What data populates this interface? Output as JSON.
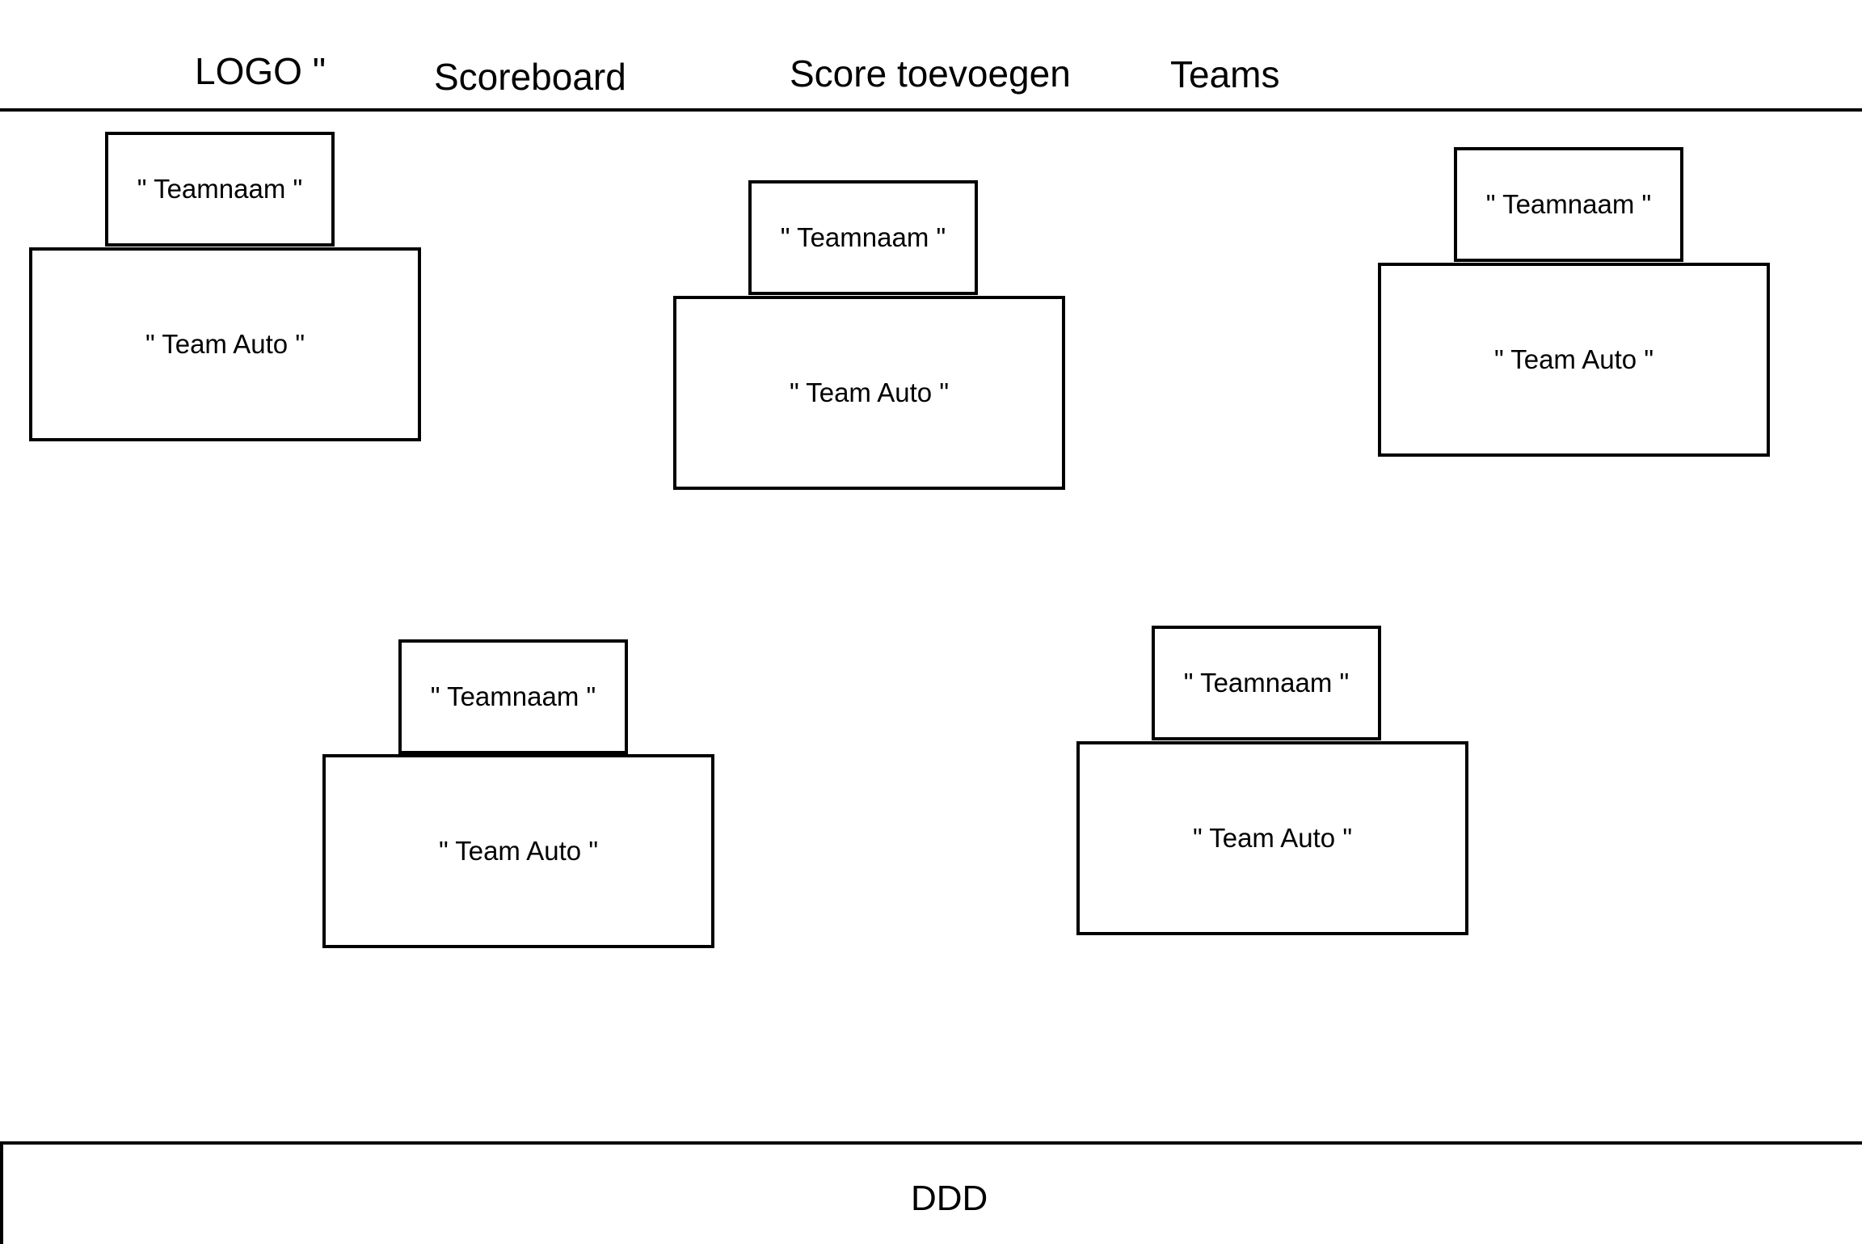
{
  "nav": {
    "logo": "LOGO \"",
    "scoreboard": "Scoreboard",
    "score_add": "Score toevoegen",
    "teams": "Teams"
  },
  "teams": [
    {
      "name": "\" Teamnaam \"",
      "car": "\" Team Auto \""
    },
    {
      "name": "\" Teamnaam \"",
      "car": "\" Team Auto \""
    },
    {
      "name": "\" Teamnaam \"",
      "car": "\" Team Auto \""
    },
    {
      "name": "\" Teamnaam \"",
      "car": "\" Team Auto \""
    },
    {
      "name": "\" Teamnaam \"",
      "car": "\" Team Auto \""
    }
  ],
  "footer": {
    "text": "DDD"
  }
}
